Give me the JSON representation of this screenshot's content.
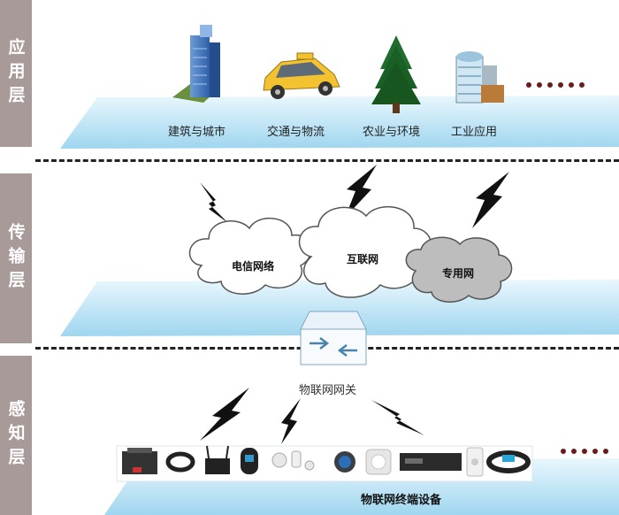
{
  "layers": [
    {
      "id": "app",
      "label": "应用层"
    },
    {
      "id": "trans",
      "label": "传输层"
    },
    {
      "id": "sense",
      "label": "感知层"
    }
  ],
  "application_items": [
    {
      "label": "建筑与城市",
      "icon": "building-icon"
    },
    {
      "label": "交通与物流",
      "icon": "taxi-icon"
    },
    {
      "label": "农业与环境",
      "icon": "tree-icon"
    },
    {
      "label": "工业应用",
      "icon": "factory-icon"
    }
  ],
  "networks": {
    "telecom": "电信网络",
    "internet": "互联网",
    "private": "专用网"
  },
  "gateway": {
    "label": "物联网网关",
    "icon": "gateway-icon"
  },
  "devices": {
    "label": "物联网终端设备"
  },
  "colors": {
    "label_bg": "#a89a99",
    "platform": "#bde3f4",
    "divider": "#222222",
    "dots": "#6b1b1b",
    "private_cloud": "#bdbdbd"
  }
}
